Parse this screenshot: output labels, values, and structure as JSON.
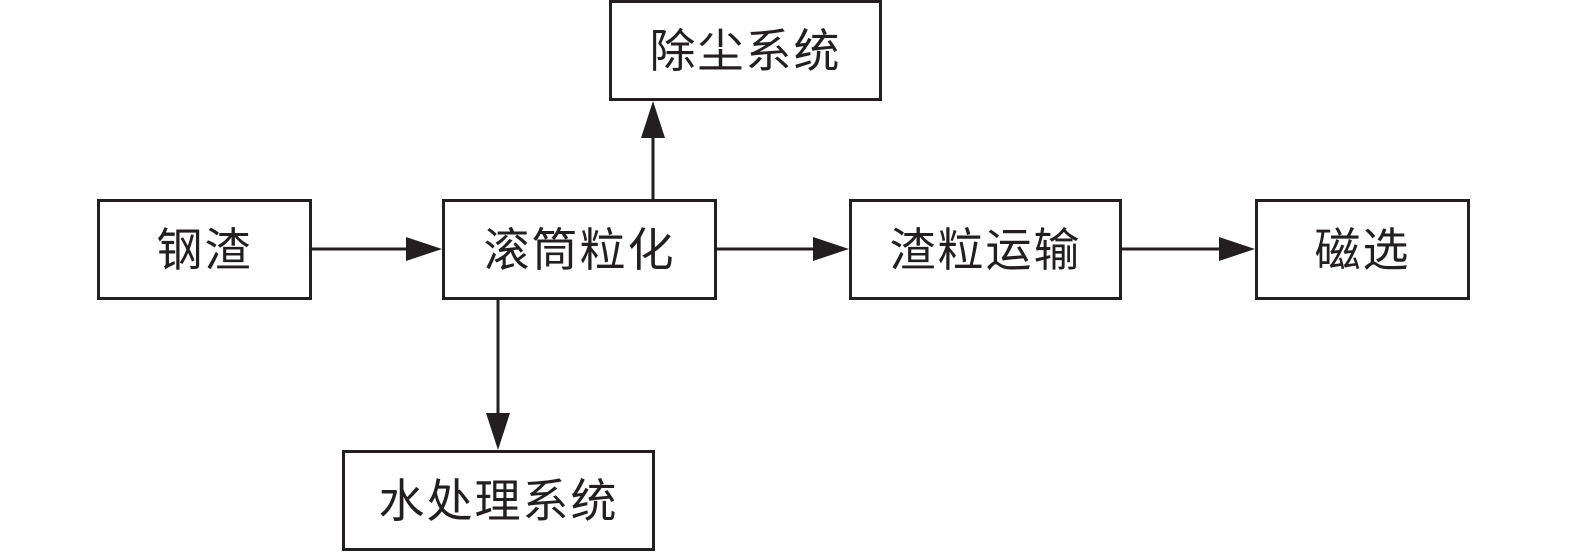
{
  "nodes": {
    "dust_removal": "除尘系统",
    "steel_slag": "钢渣",
    "drum_granulation": "滚筒粒化",
    "slag_transport": "渣粒运输",
    "magnetic_separation": "磁选",
    "water_treatment": "水处理系统"
  },
  "edges": [
    {
      "from": "steel_slag",
      "to": "drum_granulation"
    },
    {
      "from": "drum_granulation",
      "to": "dust_removal"
    },
    {
      "from": "drum_granulation",
      "to": "slag_transport"
    },
    {
      "from": "slag_transport",
      "to": "magnetic_separation"
    },
    {
      "from": "drum_granulation",
      "to": "water_treatment"
    }
  ],
  "colors": {
    "stroke": "#231f20",
    "background": "#ffffff"
  }
}
